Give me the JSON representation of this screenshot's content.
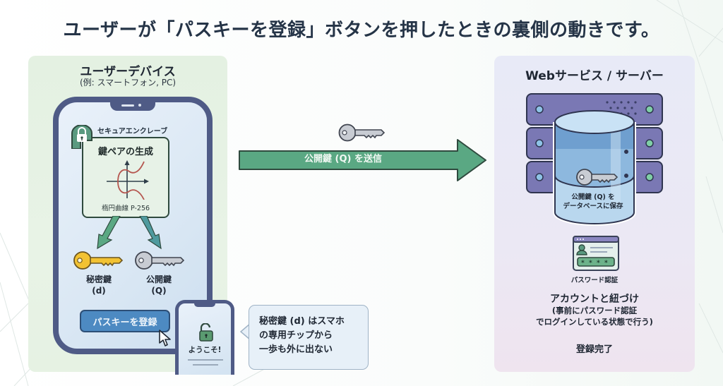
{
  "title": "ユーザーが「パスキーを登録」ボタンを押したときの裏側の動きです。",
  "colors": {
    "title_text": "#253447",
    "left_panel": "#e4f1e2",
    "right_panel": "#e8eaf7",
    "phone_frame": "#4f5b86",
    "arrow_green": "#5aa883",
    "button_blue": "#4d8ac2",
    "private_key_gold": "#f2c232",
    "public_key_gray": "#c8ccd3",
    "server_purple": "#7a78b4",
    "db_blue": "#9cc6e6"
  },
  "user_device": {
    "heading": "ユーザーデバイス",
    "subheading": "(例: スマートフォン, PC)",
    "secure_enclave": {
      "label": "セキュアエンクレーブ",
      "icon": "lock-icon",
      "box_title": "鍵ペアの生成",
      "curve_icon": "elliptic-curve-icon",
      "caption": "楕円曲線 P-256"
    },
    "private_key": {
      "icon": "gold-key-icon",
      "label_line1": "秘密鍵",
      "label_line2": "(d)"
    },
    "public_key": {
      "icon": "silver-key-icon",
      "label_line1": "公開鍵",
      "label_line2": "(Q)"
    },
    "register_button": "パスキーを登録",
    "cursor_icon": "mouse-pointer-icon",
    "mini_phone": {
      "icon": "unlocked-padlock-icon",
      "welcome": "ようこそ!"
    },
    "note_bubble": {
      "line1": "秘密鍵 (d) はスマホ",
      "line2": "の専用チップから",
      "line3": "一歩も外に出ない"
    }
  },
  "transfer": {
    "icon": "silver-key-icon",
    "label": "公開鍵 (Q) を送信"
  },
  "server": {
    "heading": "Webサービス / サーバー",
    "server_icon": "server-rack-icon",
    "database_icon": "database-icon",
    "db_caption_line1": "公開鍵 (Q) を",
    "db_caption_line2": "データベースに保存",
    "password_icon": "password-login-icon",
    "password_label": "パスワード認証",
    "account_title": "アカウントと紐づけ",
    "account_note_line1": "(事前にパスワード認証",
    "account_note_line2": "でログインしている状態で行う)",
    "complete": "登録完了"
  }
}
